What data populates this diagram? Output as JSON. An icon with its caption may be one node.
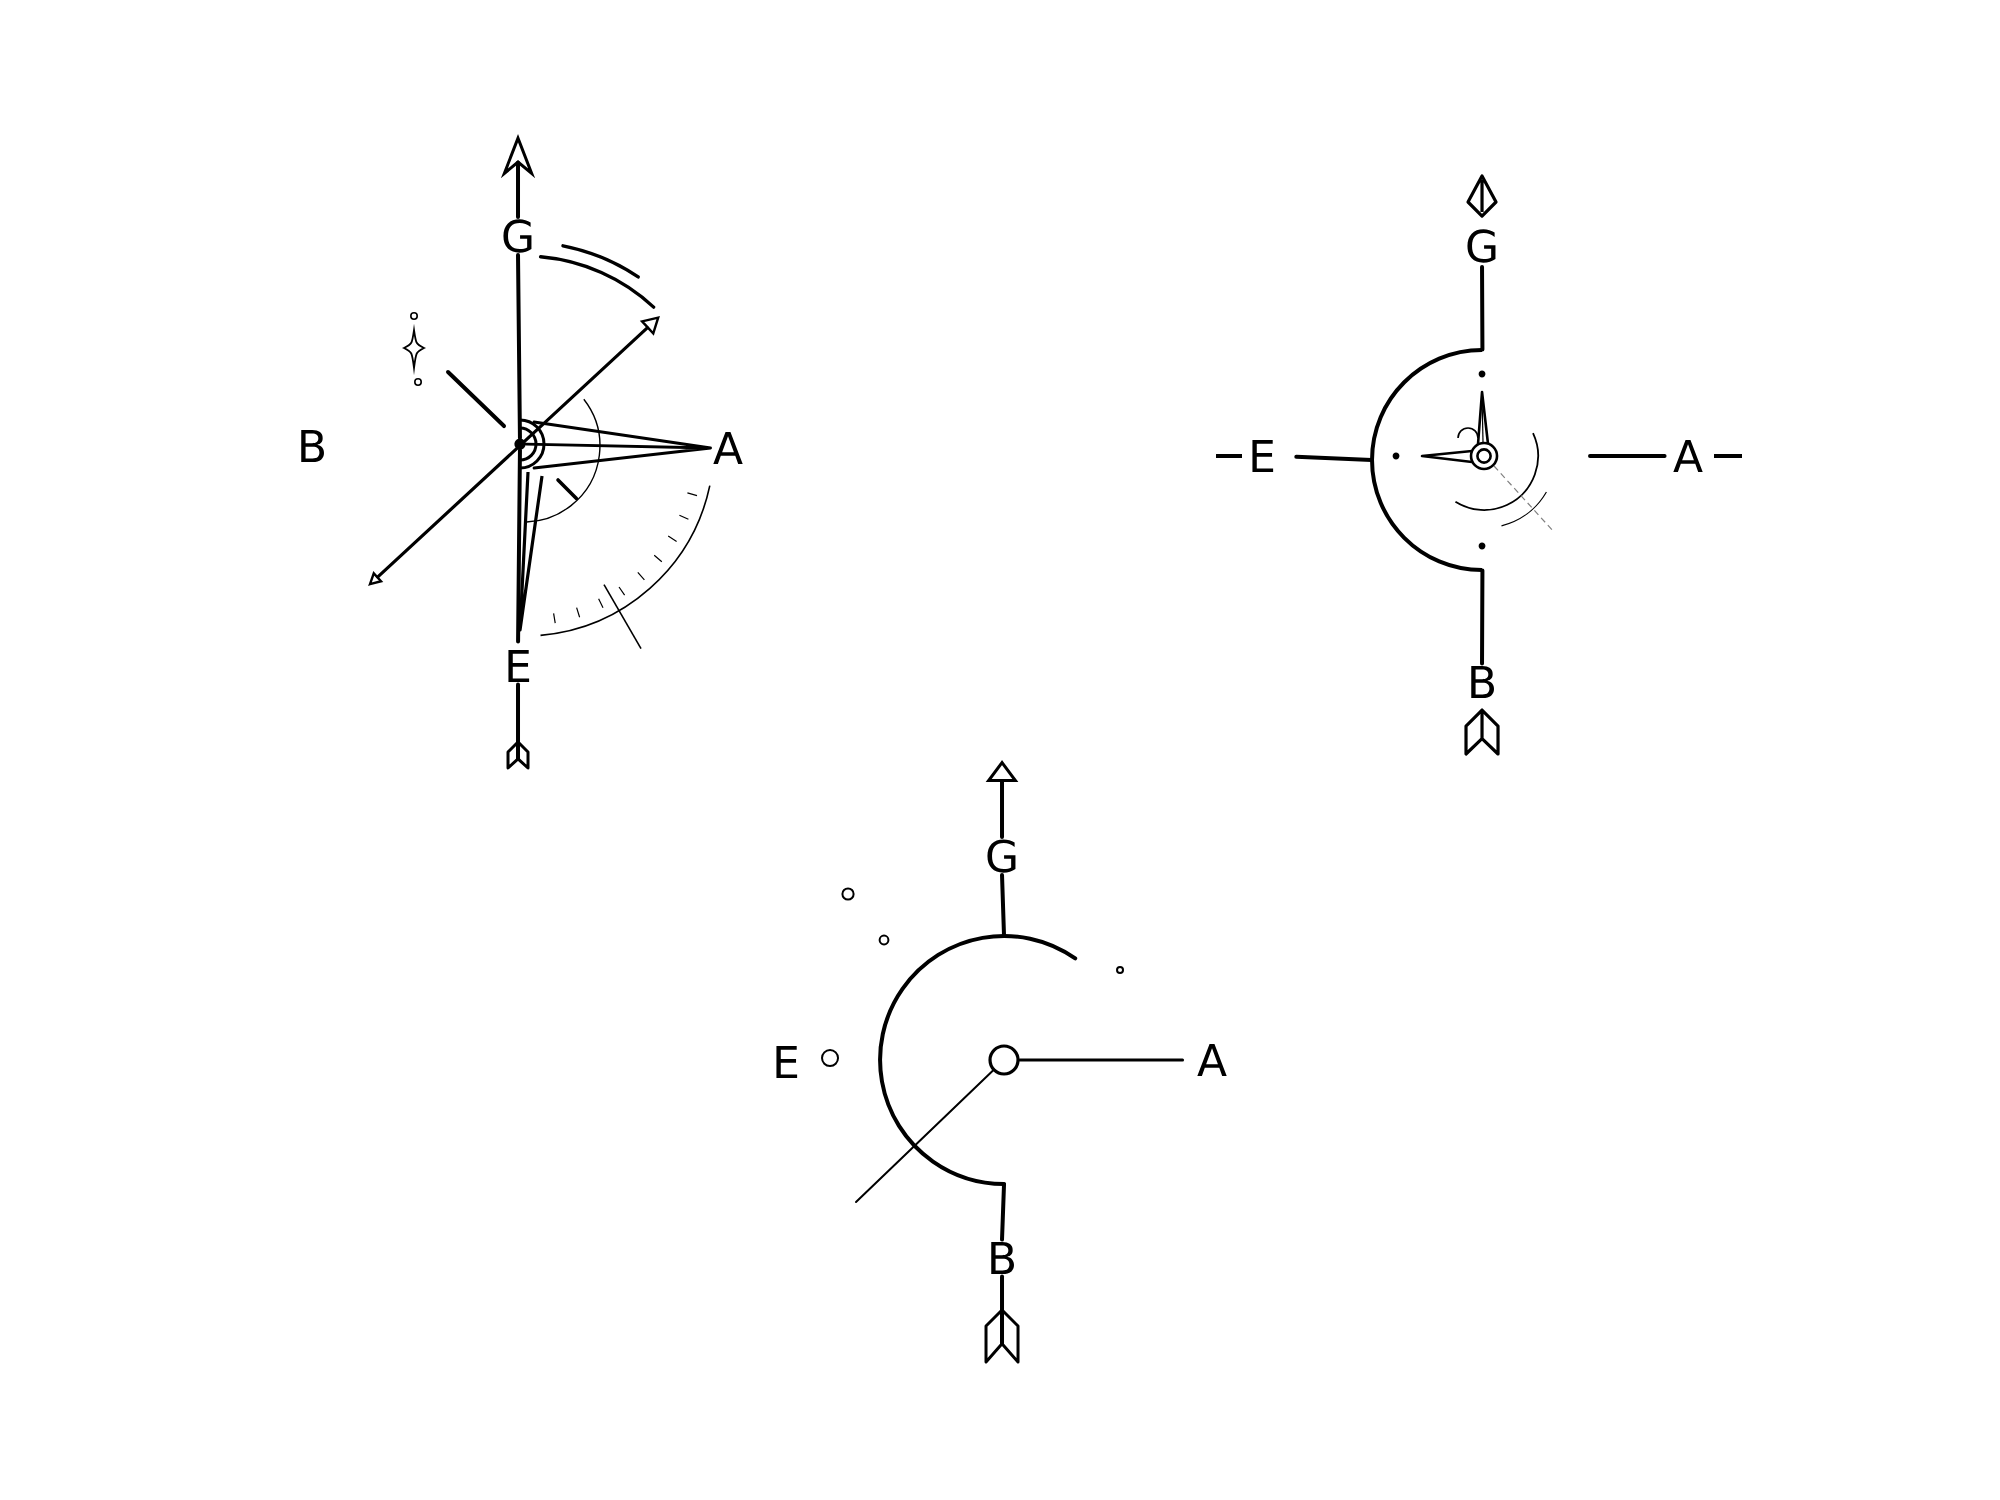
{
  "diagram": {
    "nodes": [
      {
        "text": [
          "G"
        ]
      },
      {
        "text": [],
        "shape": "arc"
      },
      {
        "text": [
          "A"
        ]
      },
      {
        "text": [
          "E"
        ]
      },
      {
        "text": [
          "G"
        ]
      },
      {
        "text": [],
        "shape": "semicircle"
      },
      {
        "text": [
          "E"
        ]
      },
      {
        "text": [
          "A"
        ]
      },
      {
        "text": [
          "B"
        ]
      },
      {
        "text": [
          "G"
        ]
      },
      {
        "text": [],
        "shape": "arc"
      },
      {
        "text": [],
        "shape": "circle",
        "in": 10
      },
      {
        "text": [
          "A"
        ]
      },
      {
        "text": [
          "B"
        ]
      }
    ],
    "edges": [
      {
        "from": 0,
        "to": null,
        "arrow": "to"
      },
      {
        "from": 0,
        "to": 1,
        "arrow": "none"
      },
      {
        "from": 1,
        "to": 3,
        "arrow": "none"
      },
      {
        "from": 1,
        "to": 2,
        "arrow": "none"
      },
      {
        "from": null,
        "to": 3,
        "arrow": "other"
      },
      {
        "from": 4,
        "to": 5,
        "arrow": "none"
      },
      {
        "from": 6,
        "to": 5,
        "arrow": "none"
      },
      {
        "from": null,
        "to": 7,
        "arrow": "none"
      },
      {
        "from": 5,
        "to": 8,
        "arrow": "none"
      },
      {
        "from": 9,
        "to": null,
        "arrow": "to"
      },
      {
        "from": 9,
        "to": 10,
        "arrow": "none"
      },
      {
        "from": 11,
        "to": 12,
        "arrow": "none"
      },
      {
        "from": 11,
        "to": null,
        "arrow": "none"
      },
      {
        "from": 10,
        "to": 13,
        "arrow": "none"
      },
      {
        "from": null,
        "to": 13,
        "arrow": "other"
      }
    ],
    "labels": [
      "B",
      "E"
    ]
  }
}
